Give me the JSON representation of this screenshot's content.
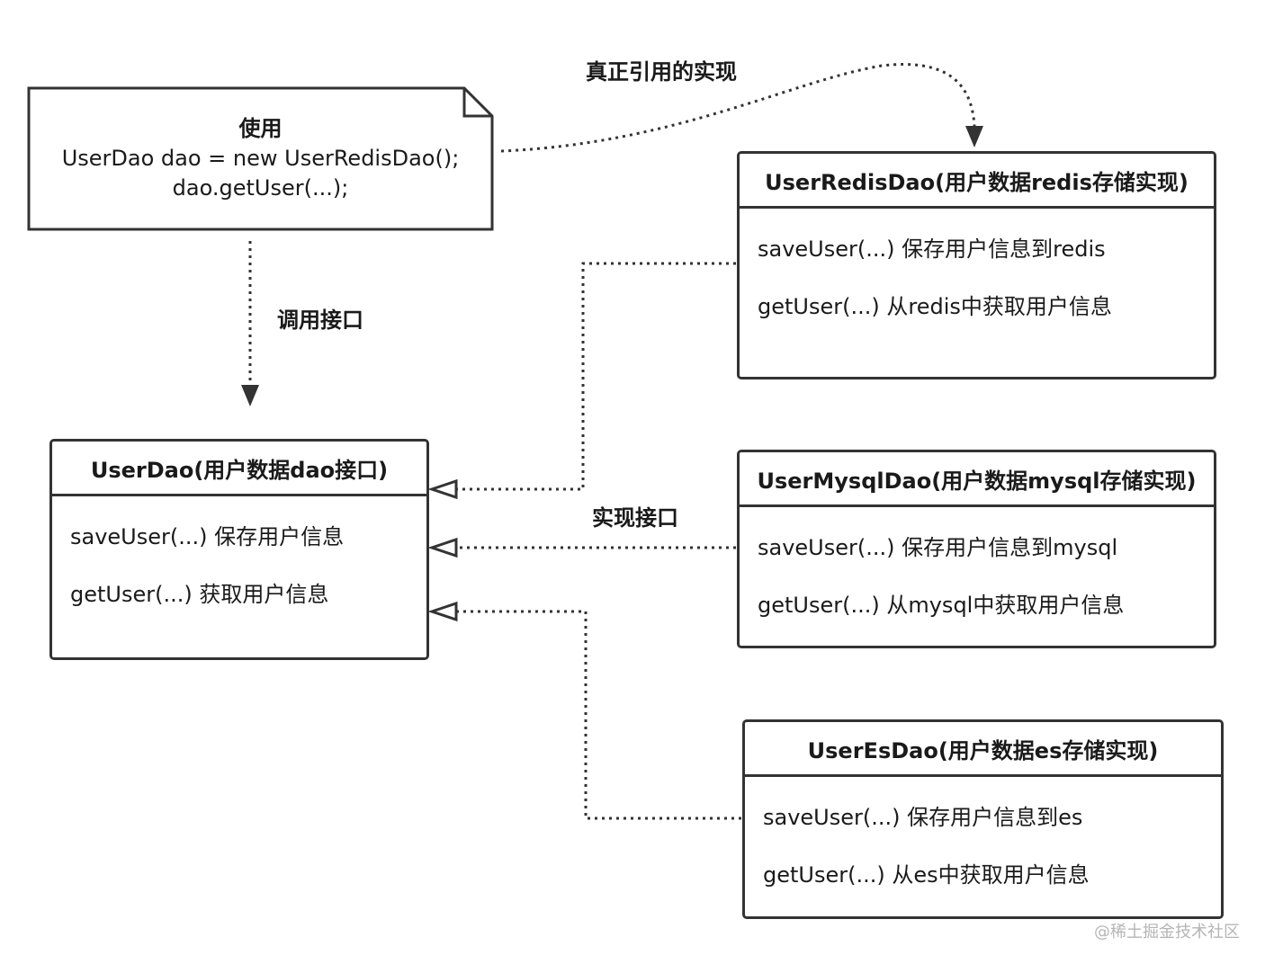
{
  "note": {
    "title": "使用",
    "line1": "UserDao dao = new UserRedisDao();",
    "line2": "dao.getUser(...);"
  },
  "labels": {
    "real_reference": "真正引用的实现",
    "call_interface": "调用接口",
    "implement_interface": "实现接口"
  },
  "interface_box": {
    "title": "UserDao(用户数据dao接口)",
    "methods": [
      "saveUser(...) 保存用户信息",
      "getUser(...) 获取用户信息"
    ]
  },
  "redis_box": {
    "title": "UserRedisDao(用户数据redis存储实现)",
    "methods": [
      "saveUser(...) 保存用户信息到redis",
      "getUser(...) 从redis中获取用户信息"
    ]
  },
  "mysql_box": {
    "title": "UserMysqlDao(用户数据mysql存储实现)",
    "methods": [
      "saveUser(...) 保存用户信息到mysql",
      "getUser(...) 从mysql中获取用户信息"
    ]
  },
  "es_box": {
    "title": "UserEsDao(用户数据es存储实现)",
    "methods": [
      "saveUser(...) 保存用户信息到es",
      "getUser(...) 从es中获取用户信息"
    ]
  },
  "watermark": "@稀土掘金技术社区"
}
